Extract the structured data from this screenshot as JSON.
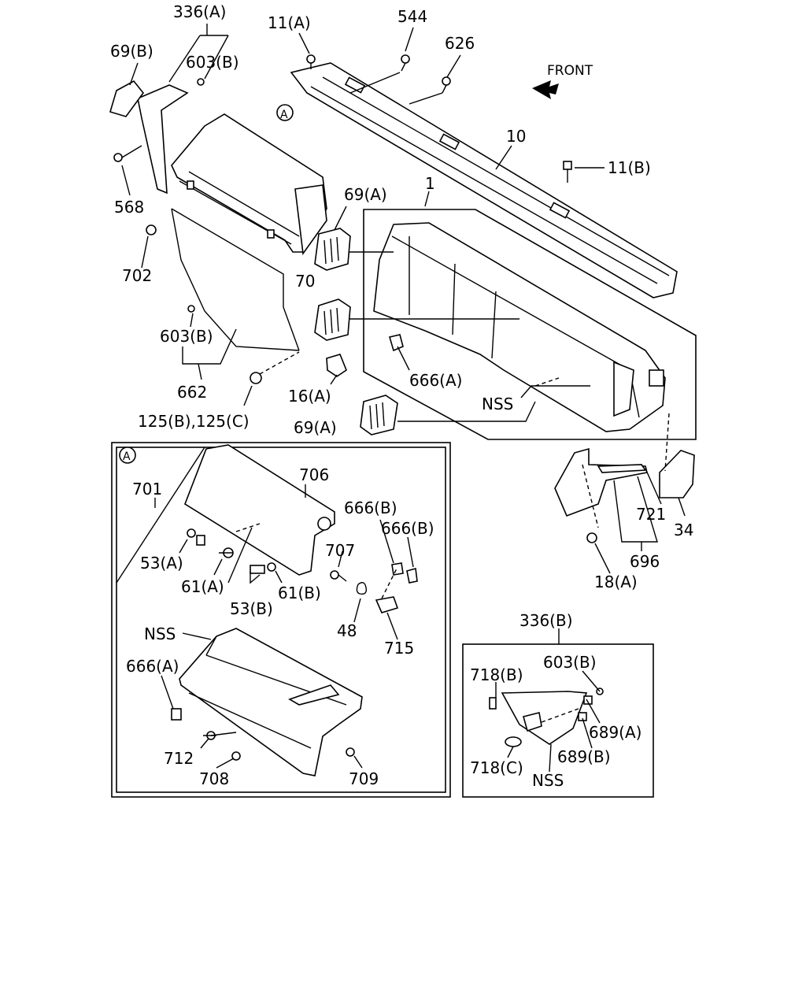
{
  "labels": {
    "l336a": "336(A)",
    "l69b": "69(B)",
    "l603b_top": "603(B)",
    "l11a": "11(A)",
    "l544": "544",
    "l626": "626",
    "front": "FRONT",
    "l10": "10",
    "l11b": "11(B)",
    "l568": "568",
    "l702": "702",
    "lA_main": "A",
    "l69a_top": "69(A)",
    "l1": "1",
    "l70": "70",
    "l603b_mid": "603(B)",
    "l662": "662",
    "l16a": "16(A)",
    "l666a_main": "666(A)",
    "l125": "125(B),125(C)",
    "lnss_main": "NSS",
    "l69a_bot": "69(A)",
    "l721": "721",
    "l34": "34",
    "l696": "696",
    "l18a": "18(A)",
    "lA_inset": "A",
    "l701": "701",
    "l706": "706",
    "l666b_1": "666(B)",
    "l666b_2": "666(B)",
    "l53a": "53(A)",
    "l707": "707",
    "l61a": "61(A)",
    "l61b": "61(B)",
    "l53b": "53(B)",
    "l48": "48",
    "l715": "715",
    "lnss_inset": "NSS",
    "l666a_inset": "666(A)",
    "l712": "712",
    "l708": "708",
    "l709": "709",
    "l336b": "336(B)",
    "l718b": "718(B)",
    "l603b_inset": "603(B)",
    "l689a": "689(A)",
    "l718c": "718(C)",
    "l689b": "689(B)",
    "lnss_b": "NSS"
  }
}
